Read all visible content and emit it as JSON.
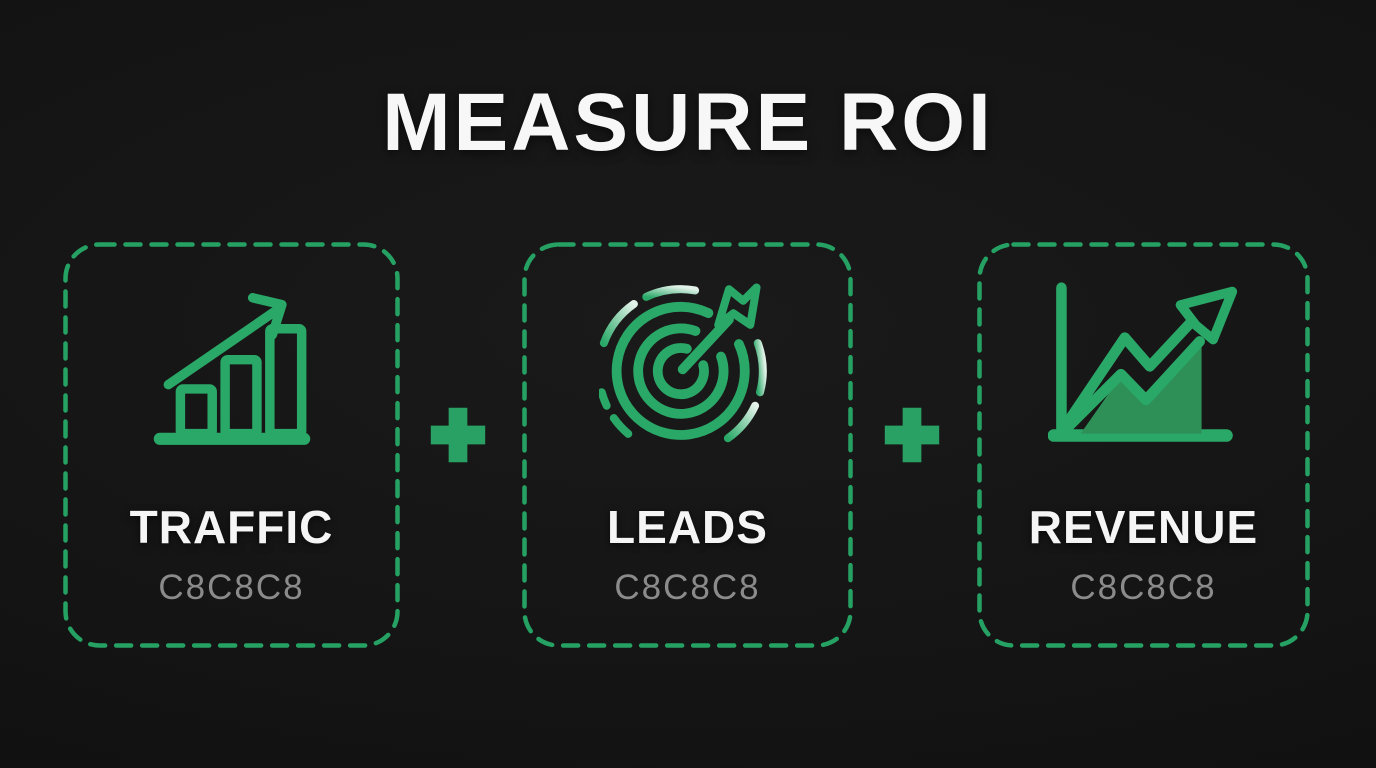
{
  "title": "MEASURE ROI",
  "cards": [
    {
      "label": "TRAFFIC",
      "sublabel": "C8C8C8",
      "icon": "bar-chart-growth-icon"
    },
    {
      "label": "LEADS",
      "sublabel": "C8C8C8",
      "icon": "target-dart-icon"
    },
    {
      "label": "REVENUE",
      "sublabel": "C8C8C8",
      "icon": "line-chart-arrow-icon"
    }
  ],
  "separators": [
    {
      "icon": "plus-icon"
    },
    {
      "icon": "plus-icon"
    }
  ],
  "colors": {
    "background": "#141414",
    "dash_green": "#25a263",
    "icon_green": "#2aa868",
    "fill_green": "#2e8f57",
    "plus_green": "#2aa164",
    "title_white": "#f7f7f7",
    "label_white": "#f5f5f5",
    "sublabel_gray": "#8b8b8b"
  }
}
